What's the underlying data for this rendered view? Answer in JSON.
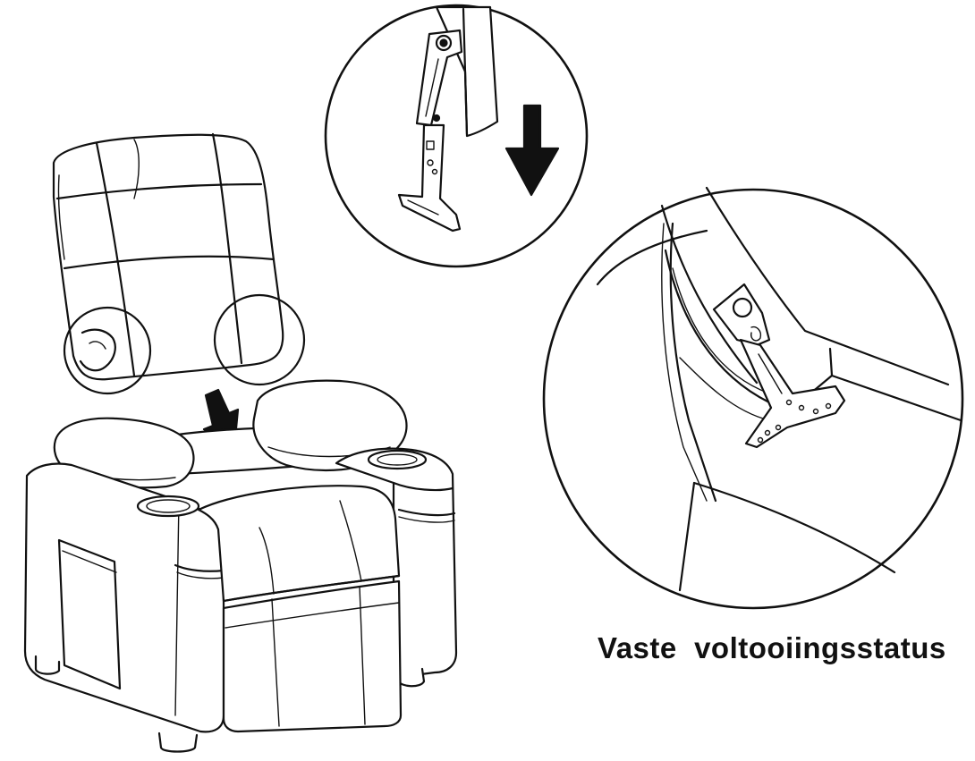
{
  "caption": "Vaste  voltooiingsstatus",
  "icons": [
    "recliner-chair",
    "backrest-bracket-detail",
    "fixed-bracket-detail",
    "down-arrow-icon"
  ]
}
